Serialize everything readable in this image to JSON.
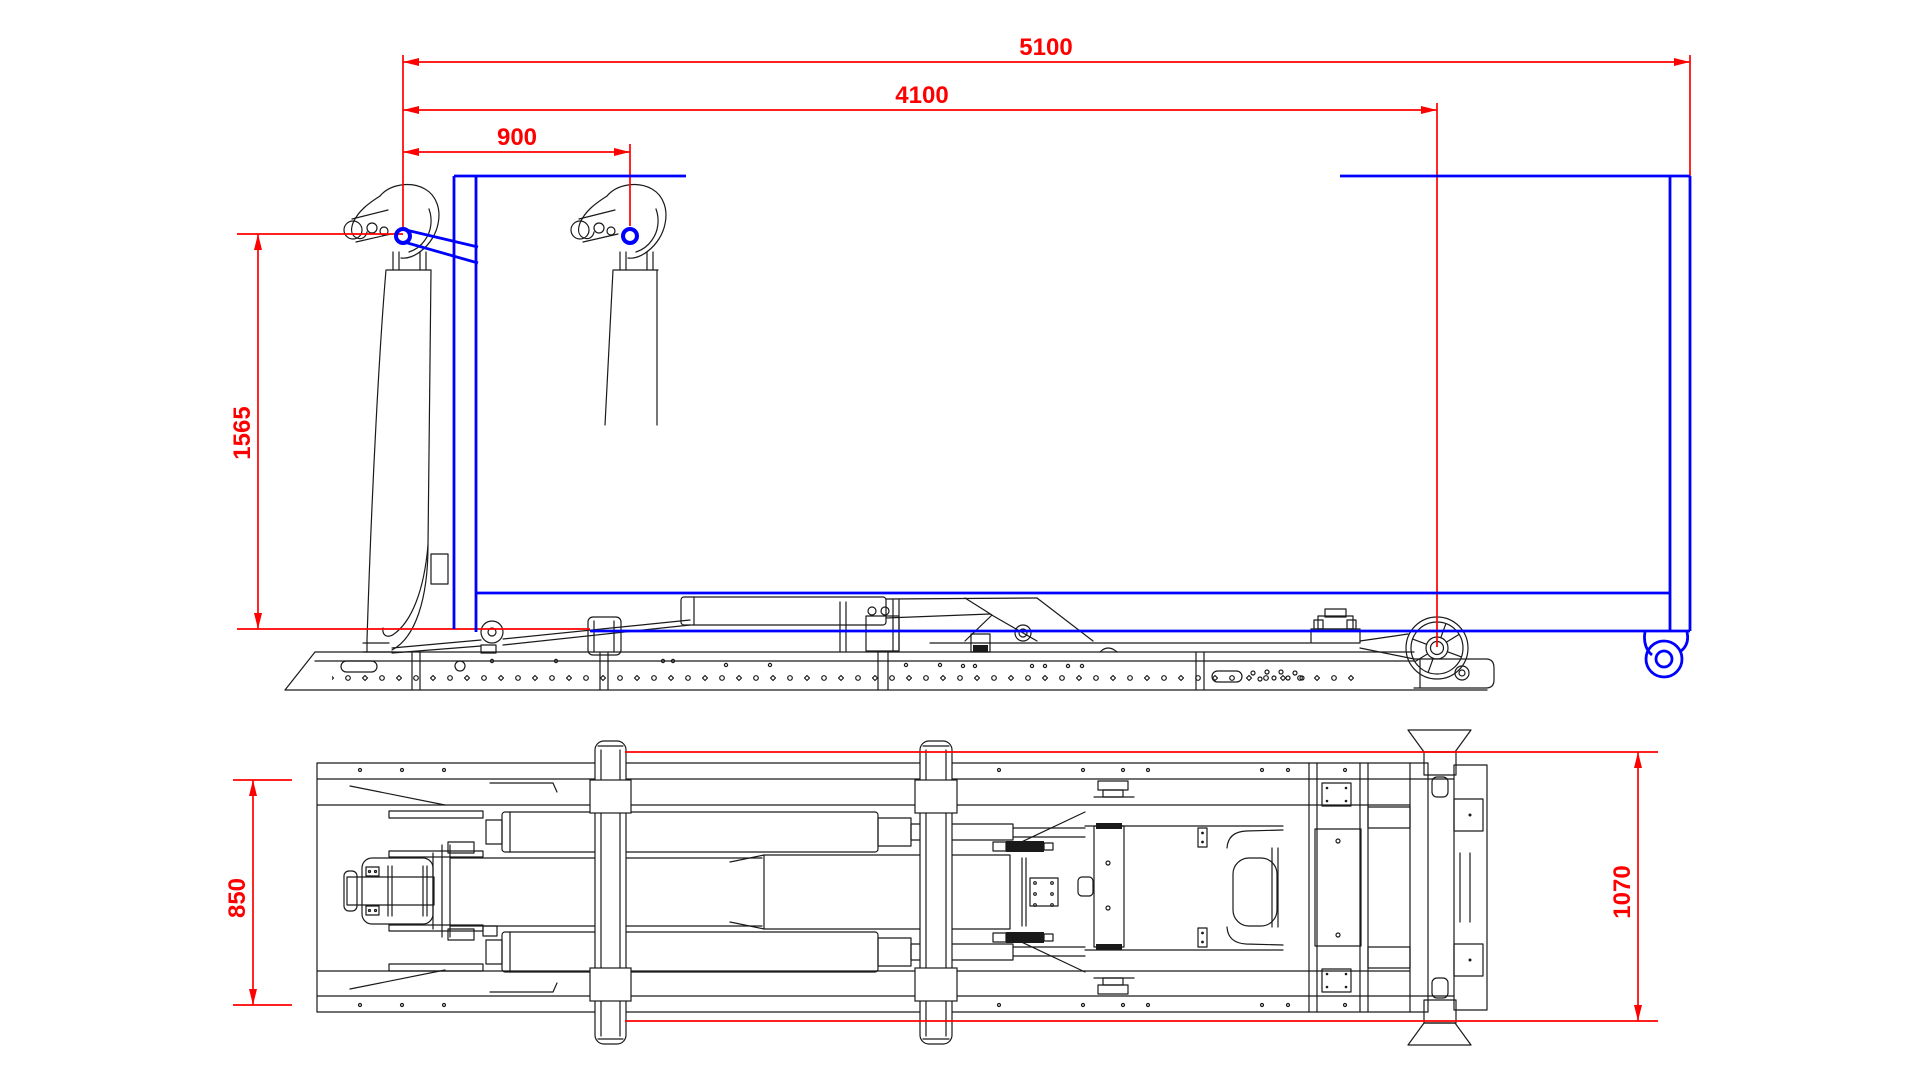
{
  "drawing": {
    "dimensions": {
      "overall_length": "5100",
      "frame_to_roller_length": "4100",
      "hook_travel": "900",
      "hook_height": "1565",
      "frame_width": "850",
      "rear_guide_width": "1070"
    },
    "colors": {
      "dimension": "#ff0000",
      "container": "#0000ff",
      "equipment": "#1a1a1a",
      "background": "#ffffff"
    }
  }
}
